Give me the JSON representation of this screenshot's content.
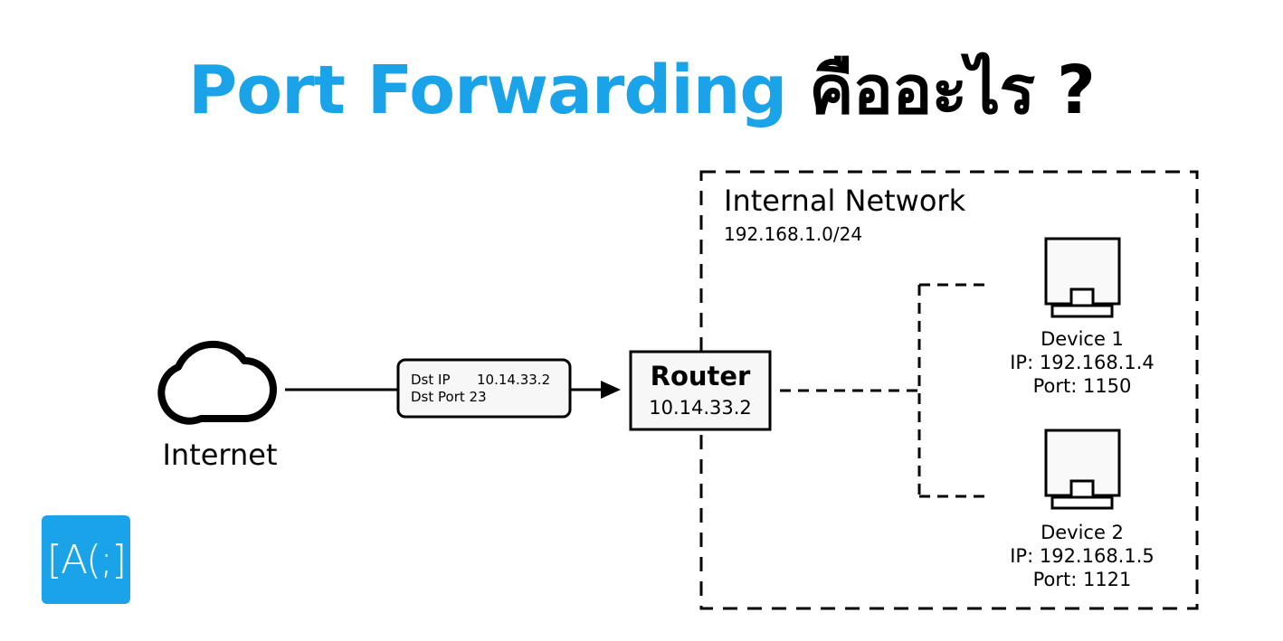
{
  "title": {
    "english": "Port Forwarding",
    "thai": "คืออะไร ?"
  },
  "internet": {
    "label": "Internet"
  },
  "packet": {
    "dst_ip_label": "Dst IP",
    "dst_ip_value": "10.14.33.2",
    "dst_port_label": "Dst Port 23"
  },
  "router": {
    "name": "Router",
    "ip": "10.14.33.2"
  },
  "network": {
    "name": "Internal Network",
    "subnet": "192.168.1.0/24"
  },
  "devices": [
    {
      "name": "Device 1",
      "ip": "IP: 192.168.1.4",
      "port": "Port: 1150"
    },
    {
      "name": "Device 2",
      "ip": "IP: 192.168.1.5",
      "port": "Port: 1121"
    }
  ],
  "logo": {
    "text": "[A(;]"
  },
  "colors": {
    "accent": "#1aa3e8"
  }
}
